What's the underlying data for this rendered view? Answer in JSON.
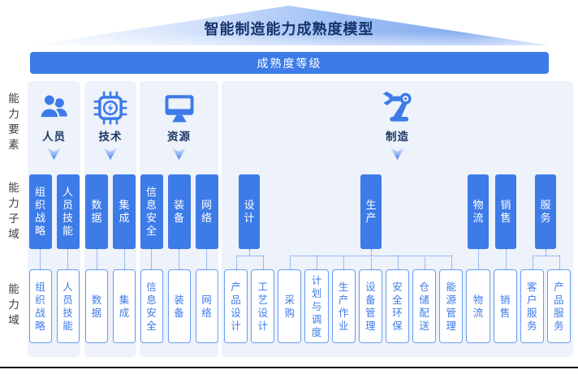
{
  "title": "智能制造能力成熟度模型",
  "maturity_bar": {
    "label": "成熟度等级"
  },
  "row_labels": {
    "elements": "能力要素",
    "subdomains": "能力子域",
    "domains": "能力域"
  },
  "groups": [
    {
      "name": "人员",
      "icon": "people-icon",
      "bars": [
        "组织战略",
        "人员技能"
      ],
      "boxes": [
        "组织战略",
        "人员技能"
      ]
    },
    {
      "name": "技术",
      "icon": "chip-icon",
      "bars": [
        "数据",
        "集成"
      ],
      "boxes": [
        "数据",
        "集成"
      ]
    },
    {
      "name": "资源",
      "icon": "monitor-icon",
      "bars": [
        "信息安全",
        "装备",
        "网络"
      ],
      "boxes": [
        "信息安全",
        "装备",
        "网络"
      ]
    },
    {
      "name": "制造",
      "icon": "robot-arm-icon",
      "bars": [
        "设计",
        "生产",
        "物流",
        "销售",
        "服务"
      ],
      "boxes": [
        "产品设计",
        "工艺设计",
        "采购",
        "计划与调度",
        "生产作业",
        "设备管理",
        "安全环保",
        "仓储配送",
        "能源管理",
        "物流",
        "销售",
        "客户服务",
        "产品服务"
      ]
    }
  ],
  "colors": {
    "primary_blue": "#3D7BE8",
    "panel_bg": "#EDF2FB",
    "box_border": "#6B9CEE",
    "connector": "#4D84EA",
    "title_navy": "#16336C",
    "head_label": "#1F3864",
    "row_label": "#3D3D3D"
  }
}
